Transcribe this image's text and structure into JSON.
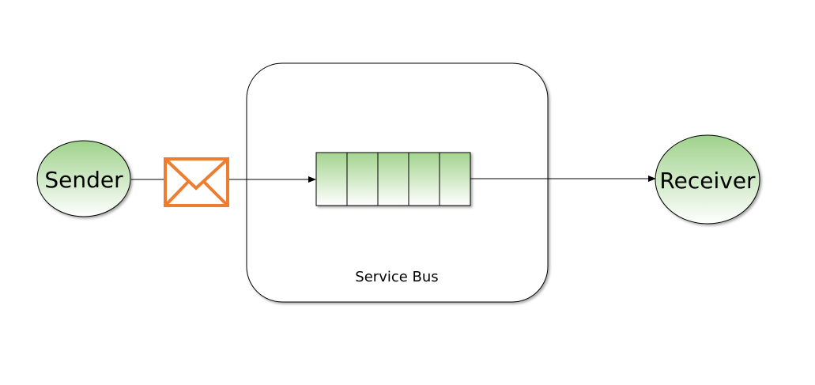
{
  "diagram": {
    "sender": {
      "label": "Sender"
    },
    "receiver": {
      "label": "Receiver"
    },
    "service_bus": {
      "label": "Service Bus"
    },
    "queue": {
      "slot_count": 5
    },
    "message": {
      "icon": "envelope-icon"
    },
    "colors": {
      "node_fill_top": "#9fd28b",
      "node_fill_bottom": "#ffffff",
      "envelope_stroke": "#ed7d31",
      "line": "#000000"
    }
  }
}
